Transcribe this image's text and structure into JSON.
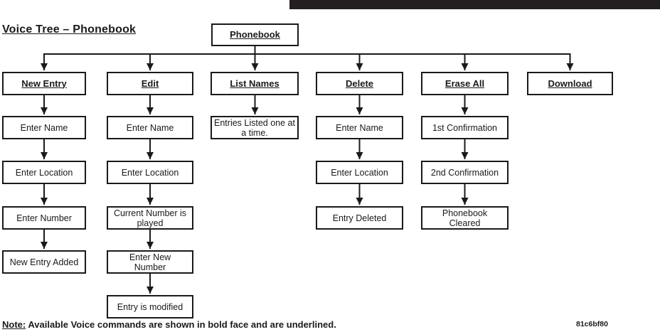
{
  "title": "Voice Tree – Phonebook",
  "root": {
    "label": "Phonebook"
  },
  "columns": [
    {
      "command": "New Entry",
      "steps": [
        "Enter Name",
        "Enter Location",
        "Enter Number",
        "New Entry Added"
      ]
    },
    {
      "command": "Edit",
      "steps": [
        "Enter Name",
        "Enter Location",
        "Current Number is played",
        "Enter New Number",
        "Entry is modified"
      ]
    },
    {
      "command": "List Names",
      "steps": [
        "Entries Listed one at a time."
      ]
    },
    {
      "command": "Delete",
      "steps": [
        "Enter Name",
        "Enter Location",
        "Entry Deleted"
      ]
    },
    {
      "command": "Erase All",
      "steps": [
        "1st Confirmation",
        "2nd Confirmation",
        "Phonebook Cleared"
      ]
    },
    {
      "command": "Download",
      "steps": []
    }
  ],
  "note": {
    "label": "Note:",
    "text": "Available Voice commands are shown in bold face and are underlined."
  },
  "figure_code": "81c6bf80",
  "colors": {
    "ink": "#1a1a1a",
    "top_bar": "#231f20",
    "background": "#ffffff"
  }
}
